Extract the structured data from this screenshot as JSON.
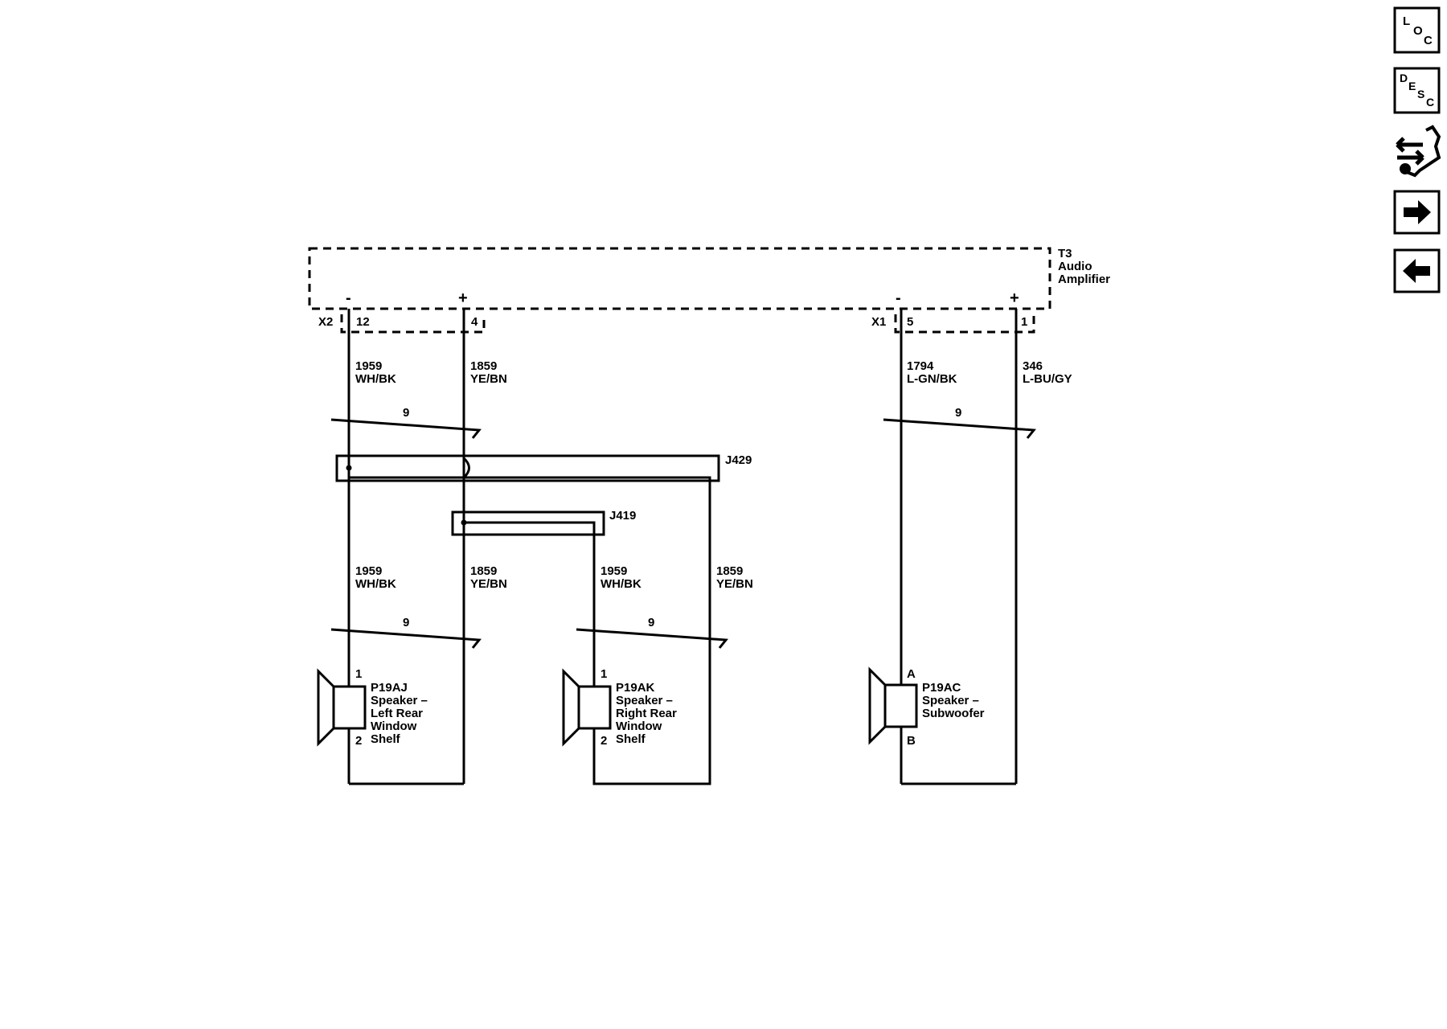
{
  "amplifier": {
    "ref": "T3",
    "name_line1": "Audio",
    "name_line2": "Amplifier",
    "connector_x2": "X2",
    "connector_x1": "X1",
    "pin_12": "12",
    "pin_4": "4",
    "pin_5": "5",
    "pin_1": "1",
    "minus": "-",
    "plus": "+"
  },
  "wires": {
    "w1959_upper": {
      "circuit": "1959",
      "color": "WH/BK"
    },
    "w1859_upper": {
      "circuit": "1859",
      "color": "YE/BN"
    },
    "w1794": {
      "circuit": "1794",
      "color": "L-GN/BK"
    },
    "w346": {
      "circuit": "346",
      "color": "L-BU/GY"
    },
    "w1959_left": {
      "circuit": "1959",
      "color": "WH/BK"
    },
    "w1859_left": {
      "circuit": "1859",
      "color": "YE/BN"
    },
    "w1959_right": {
      "circuit": "1959",
      "color": "WH/BK"
    },
    "w1859_right": {
      "circuit": "1859",
      "color": "YE/BN"
    }
  },
  "twist_labels": {
    "upper_left": "9",
    "upper_right": "9",
    "lower_left": "9",
    "lower_right": "9"
  },
  "splices": {
    "j429": "J429",
    "j419": "J419"
  },
  "speakers": {
    "left": {
      "ref": "P19AJ",
      "line1": "Speaker –",
      "line2": "Left Rear",
      "line3": "Window",
      "line4": "Shelf",
      "pin_top": "1",
      "pin_bottom": "2"
    },
    "right": {
      "ref": "P19AK",
      "line1": "Speaker –",
      "line2": "Right Rear",
      "line3": "Window",
      "line4": "Shelf",
      "pin_top": "1",
      "pin_bottom": "2"
    },
    "sub": {
      "ref": "P19AC",
      "line1": "Speaker –",
      "line2": "Subwoofer",
      "pin_top": "A",
      "pin_bottom": "B"
    }
  },
  "nav": {
    "loc": {
      "l1": "L",
      "l2": "O",
      "l3": "C"
    },
    "desc": {
      "l1": "D",
      "l2": "E",
      "l3": "S",
      "l4": "C"
    },
    "icons": [
      "connector-end-view-icon",
      "next-page-arrow-icon",
      "previous-page-arrow-icon"
    ]
  }
}
